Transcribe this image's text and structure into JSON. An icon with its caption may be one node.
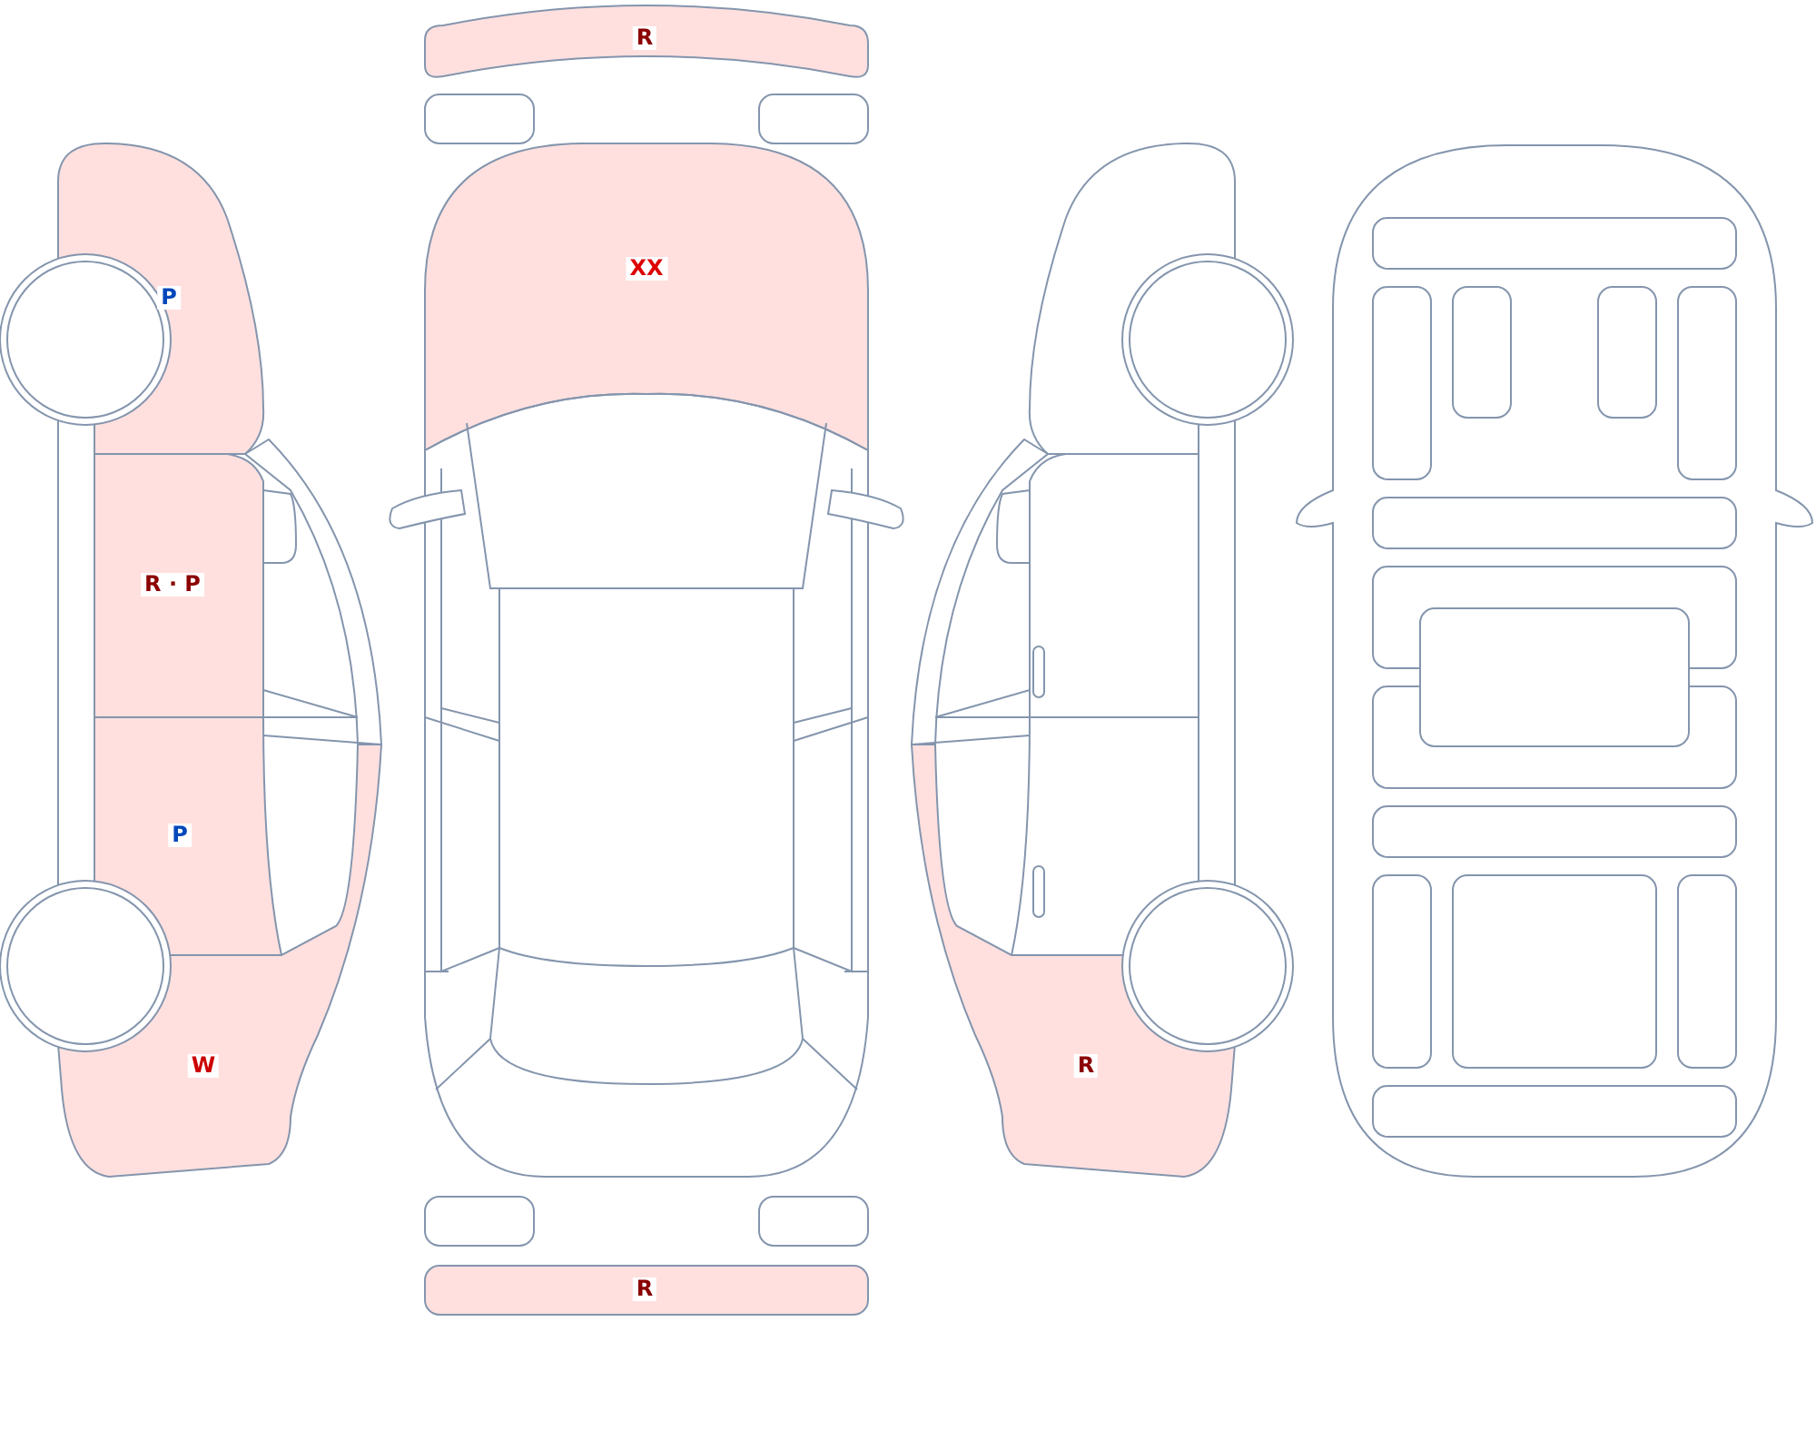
{
  "diagram": {
    "labels": [
      "R",
      "XX",
      "P",
      "R · P",
      "P",
      "W",
      "R",
      "R"
    ]
  }
}
